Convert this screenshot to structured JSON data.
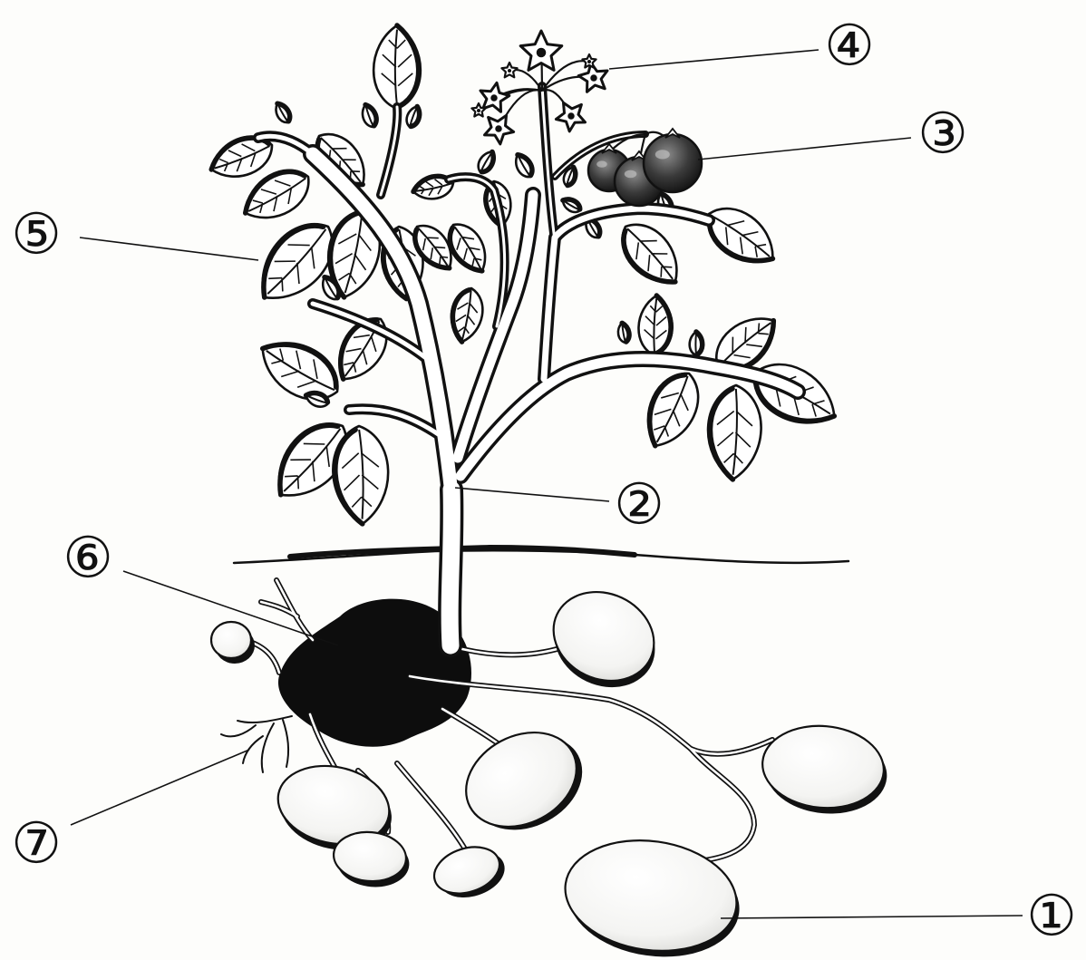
{
  "labels": [
    {
      "text": "①"
    },
    {
      "text": "②"
    },
    {
      "text": "③"
    },
    {
      "text": "④"
    },
    {
      "text": "⑤"
    },
    {
      "text": "⑥"
    },
    {
      "text": "⑦"
    }
  ]
}
